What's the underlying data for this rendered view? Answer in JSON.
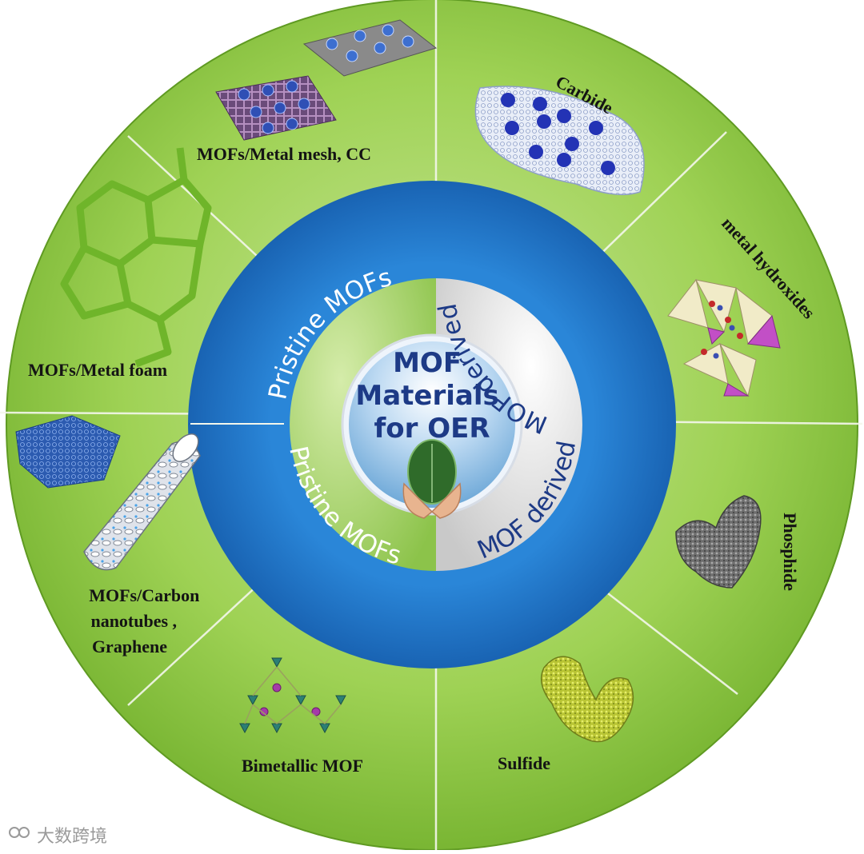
{
  "center": {
    "lines": [
      "MOF",
      "Materials",
      "for OER"
    ]
  },
  "ring": {
    "pristine_upper": "Pristine MOFs",
    "pristine_lower": "Pristine MOFs",
    "derived_upper": "MOF derived",
    "derived_lower": "MOF derived"
  },
  "sectors": {
    "metal_mesh": "MOFs/Metal mesh, CC",
    "metal_foam": "MOFs/Metal foam",
    "carbon_line1": "MOFs/Carbon",
    "carbon_line2": "nanotubes ,",
    "carbon_line3": "Graphene",
    "bimetallic": "Bimetallic MOF",
    "sulfide": "Sulfide",
    "phosphide": "Phosphide",
    "hydroxides": "metal hydroxides",
    "carbide": "Carbide"
  },
  "watermark": {
    "text": "大数跨境"
  },
  "colors": {
    "outer_green": "#8cc63f",
    "ring_blue": "#1f73c7",
    "inner_green": "#a9d46a",
    "white_ring": "#f2f2f2",
    "center_text": "#1d3a86"
  }
}
